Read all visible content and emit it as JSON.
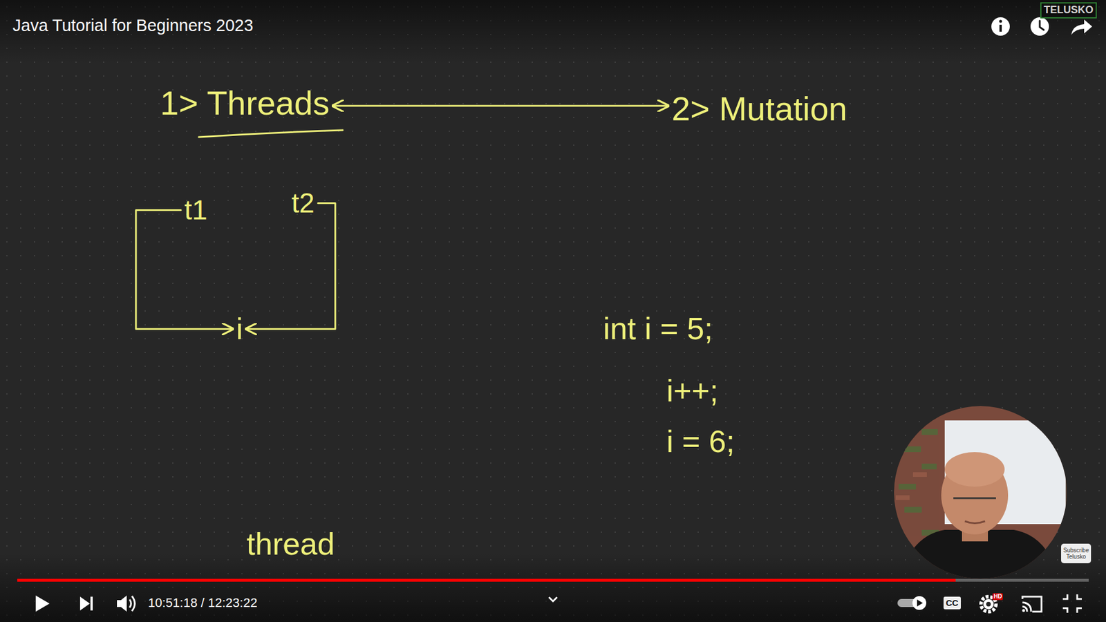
{
  "diagram": {
    "title": "Java Tutorial for Beginners 2023",
    "nodes": [
      {
        "text": [
          "1> Threads"
        ]
      },
      {
        "text": [
          "2> Mutation"
        ]
      },
      {
        "text": [
          "t1"
        ]
      },
      {
        "text": [
          "t2"
        ]
      },
      {
        "text": [
          "i"
        ]
      }
    ],
    "edges": [
      {
        "from": 0,
        "to": 1,
        "arrow": "both"
      },
      {
        "from": 2,
        "to": 4,
        "arrow": "to"
      },
      {
        "from": 3,
        "to": 4,
        "arrow": "to"
      }
    ],
    "labels": [
      "TELUSKO",
      "int i = 5;",
      "i++;",
      "i = 6;",
      "thread",
      "10:51:18 / 12:23:22",
      "CC",
      "HD",
      "Subscribe Telusko"
    ]
  }
}
